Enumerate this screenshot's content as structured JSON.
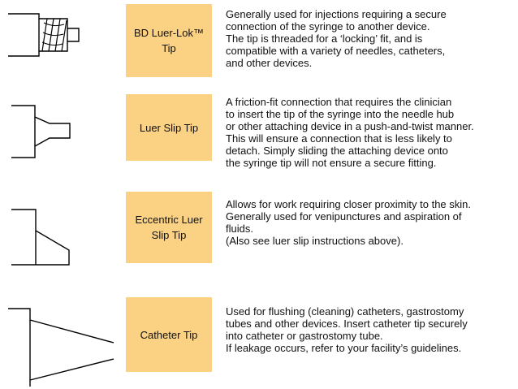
{
  "colors": {
    "label_background": "#fbd184",
    "text": "#111111",
    "line": "#000000"
  },
  "tips": [
    {
      "icon": "luer-lok-tip-icon",
      "label": "BD Luer-Lok™\nTip",
      "description": "Generally used for injections requiring a secure\nconnection of the syringe to another device.\nThe tip is threaded for a ‘locking’ fit, and is\ncompatible with a variety of needles, catheters,\nand other devices."
    },
    {
      "icon": "luer-slip-tip-icon",
      "label": "Luer Slip Tip",
      "description": "A friction-fit connection that requires the clinician\nto insert the tip of the syringe into the needle hub\nor other attaching device in a push-and-twist manner.\nThis will ensure a connection that is less likely to\ndetach. Simply sliding the attaching device onto\nthe syringe tip will not ensure a secure fitting."
    },
    {
      "icon": "eccentric-luer-slip-tip-icon",
      "label": "Eccentric Luer\nSlip Tip",
      "description": "Allows for work requiring closer proximity to the skin.\nGenerally used for venipunctures and aspiration of\nfluids.\n(Also see luer slip instructions above)."
    },
    {
      "icon": "catheter-tip-icon",
      "label": "Catheter Tip",
      "description": "Used for flushing (cleaning) catheters, gastrostomy\ntubes and other devices. Insert catheter tip securely\ninto catheter or gastrostomy tube.\nIf leakage occurs, refer to your facility’s guidelines."
    }
  ]
}
